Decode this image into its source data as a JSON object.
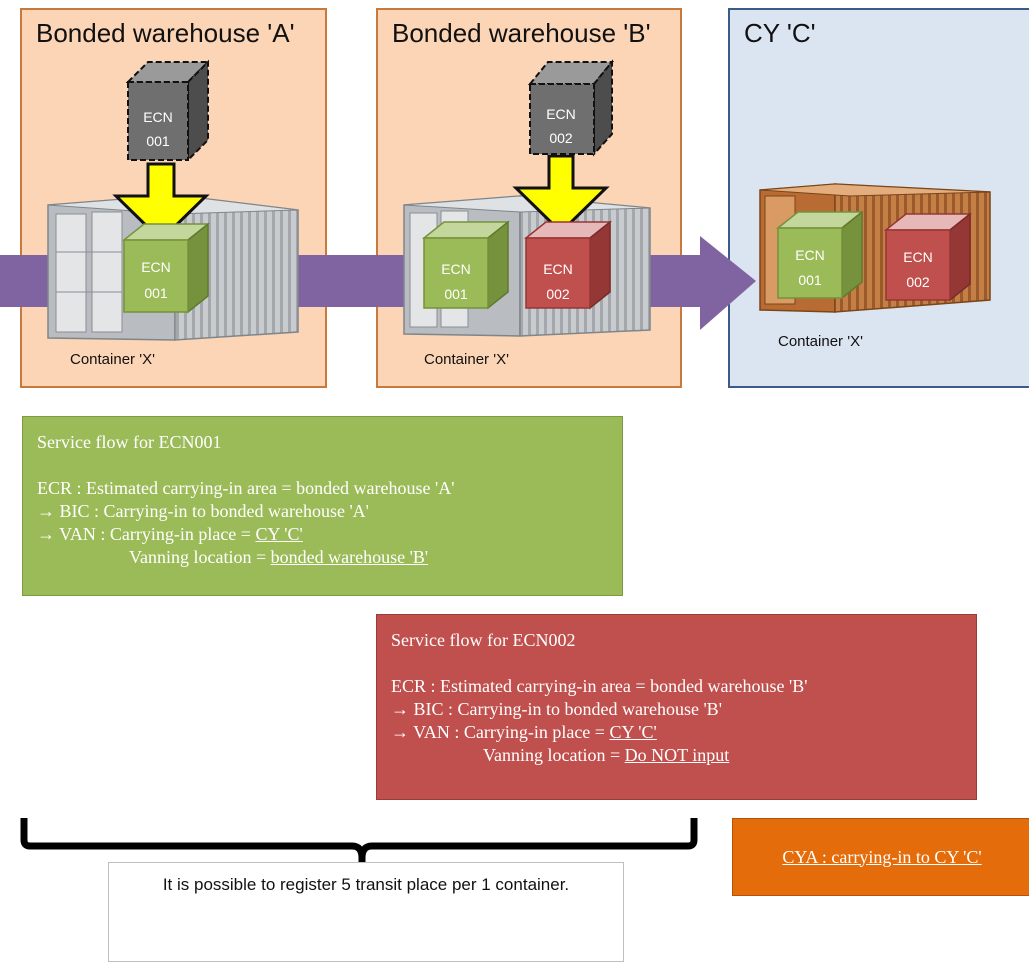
{
  "zones": {
    "a_title": "Bonded warehouse 'A'",
    "b_title": "Bonded warehouse 'B'",
    "c_title": "CY 'C'"
  },
  "captions": {
    "container_a": "Container 'X'",
    "container_b": "Container 'X'",
    "container_c": "Container 'X'"
  },
  "cubes": {
    "ecn_word": "ECN",
    "num_001": "001",
    "num_002": "002"
  },
  "flow_ecn001": {
    "title": "Service flow for ECN001",
    "line1": "ECR : Estimated carrying-in area = bonded warehouse 'A'",
    "line2": "→ BIC : Carrying-in to bonded warehouse 'A'",
    "line3_prefix": "→ VAN : Carrying-in place = ",
    "line3_value": "CY 'C'",
    "line4_prefix": "Vanning location = ",
    "line4_value": "bonded warehouse 'B'"
  },
  "flow_ecn002": {
    "title": "Service flow for ECN002",
    "line1": "ECR : Estimated carrying-in area = bonded warehouse 'B'",
    "line2": "→ BIC : Carrying-in to bonded warehouse 'B'",
    "line3_prefix": "→ VAN : Carrying-in place = ",
    "line3_value": "CY 'C'",
    "line4_prefix": "Vanning location = ",
    "line4_value": "Do NOT input"
  },
  "cya": {
    "label": "CYA : carrying-in to CY 'C'"
  },
  "note": {
    "text": "It is possible to register 5 transit place per 1 container."
  },
  "colors": {
    "zone_bonded": "#fbd5b5",
    "zone_cy": "#dbe5f1",
    "flow_arrow": "#8064a2",
    "cube_green": "#9bbb59",
    "cube_red": "#c0504d",
    "cube_gray": "#7f7f7f",
    "drop_arrow": "#ffff00",
    "cya": "#e46c0a"
  }
}
